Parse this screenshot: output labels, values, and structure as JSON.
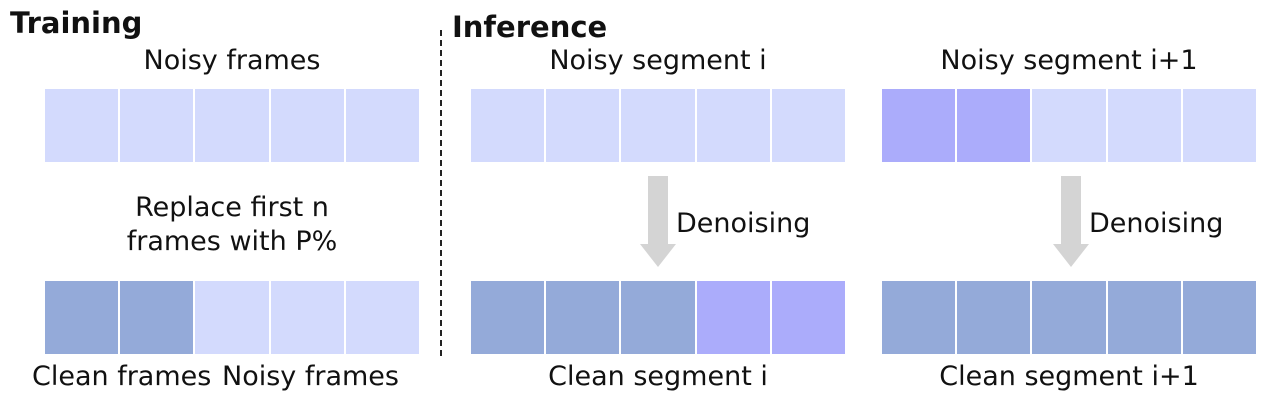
{
  "colors": {
    "noisy": "#d3dafd",
    "clean": "#94aad9",
    "partial": "#abacfb",
    "arrow": "#d4d4d4",
    "divider": "#222222"
  },
  "training": {
    "heading": "Training",
    "top_label": "Noisy frames",
    "middle_label_line1": "Replace first n",
    "middle_label_line2": "frames with P%",
    "bottom_label_clean": "Clean frames",
    "bottom_label_noisy": "Noisy frames",
    "top_strip": [
      "noisy",
      "noisy",
      "noisy",
      "noisy",
      "noisy"
    ],
    "bottom_strip": [
      "clean",
      "clean",
      "noisy",
      "noisy",
      "noisy"
    ]
  },
  "inference": {
    "heading": "Inference",
    "segment_i": {
      "top_label": "Noisy segment i",
      "step_label": "Denoising",
      "bottom_label": "Clean segment i",
      "top_strip": [
        "noisy",
        "noisy",
        "noisy",
        "noisy",
        "noisy"
      ],
      "bottom_strip": [
        "clean",
        "clean",
        "clean",
        "partial",
        "partial"
      ]
    },
    "segment_i_plus_1": {
      "top_label": "Noisy segment i+1",
      "step_label": "Denoising",
      "bottom_label": "Clean segment i+1",
      "top_strip": [
        "partial",
        "partial",
        "noisy",
        "noisy",
        "noisy"
      ],
      "bottom_strip": [
        "clean",
        "clean",
        "clean",
        "clean",
        "clean"
      ]
    }
  }
}
